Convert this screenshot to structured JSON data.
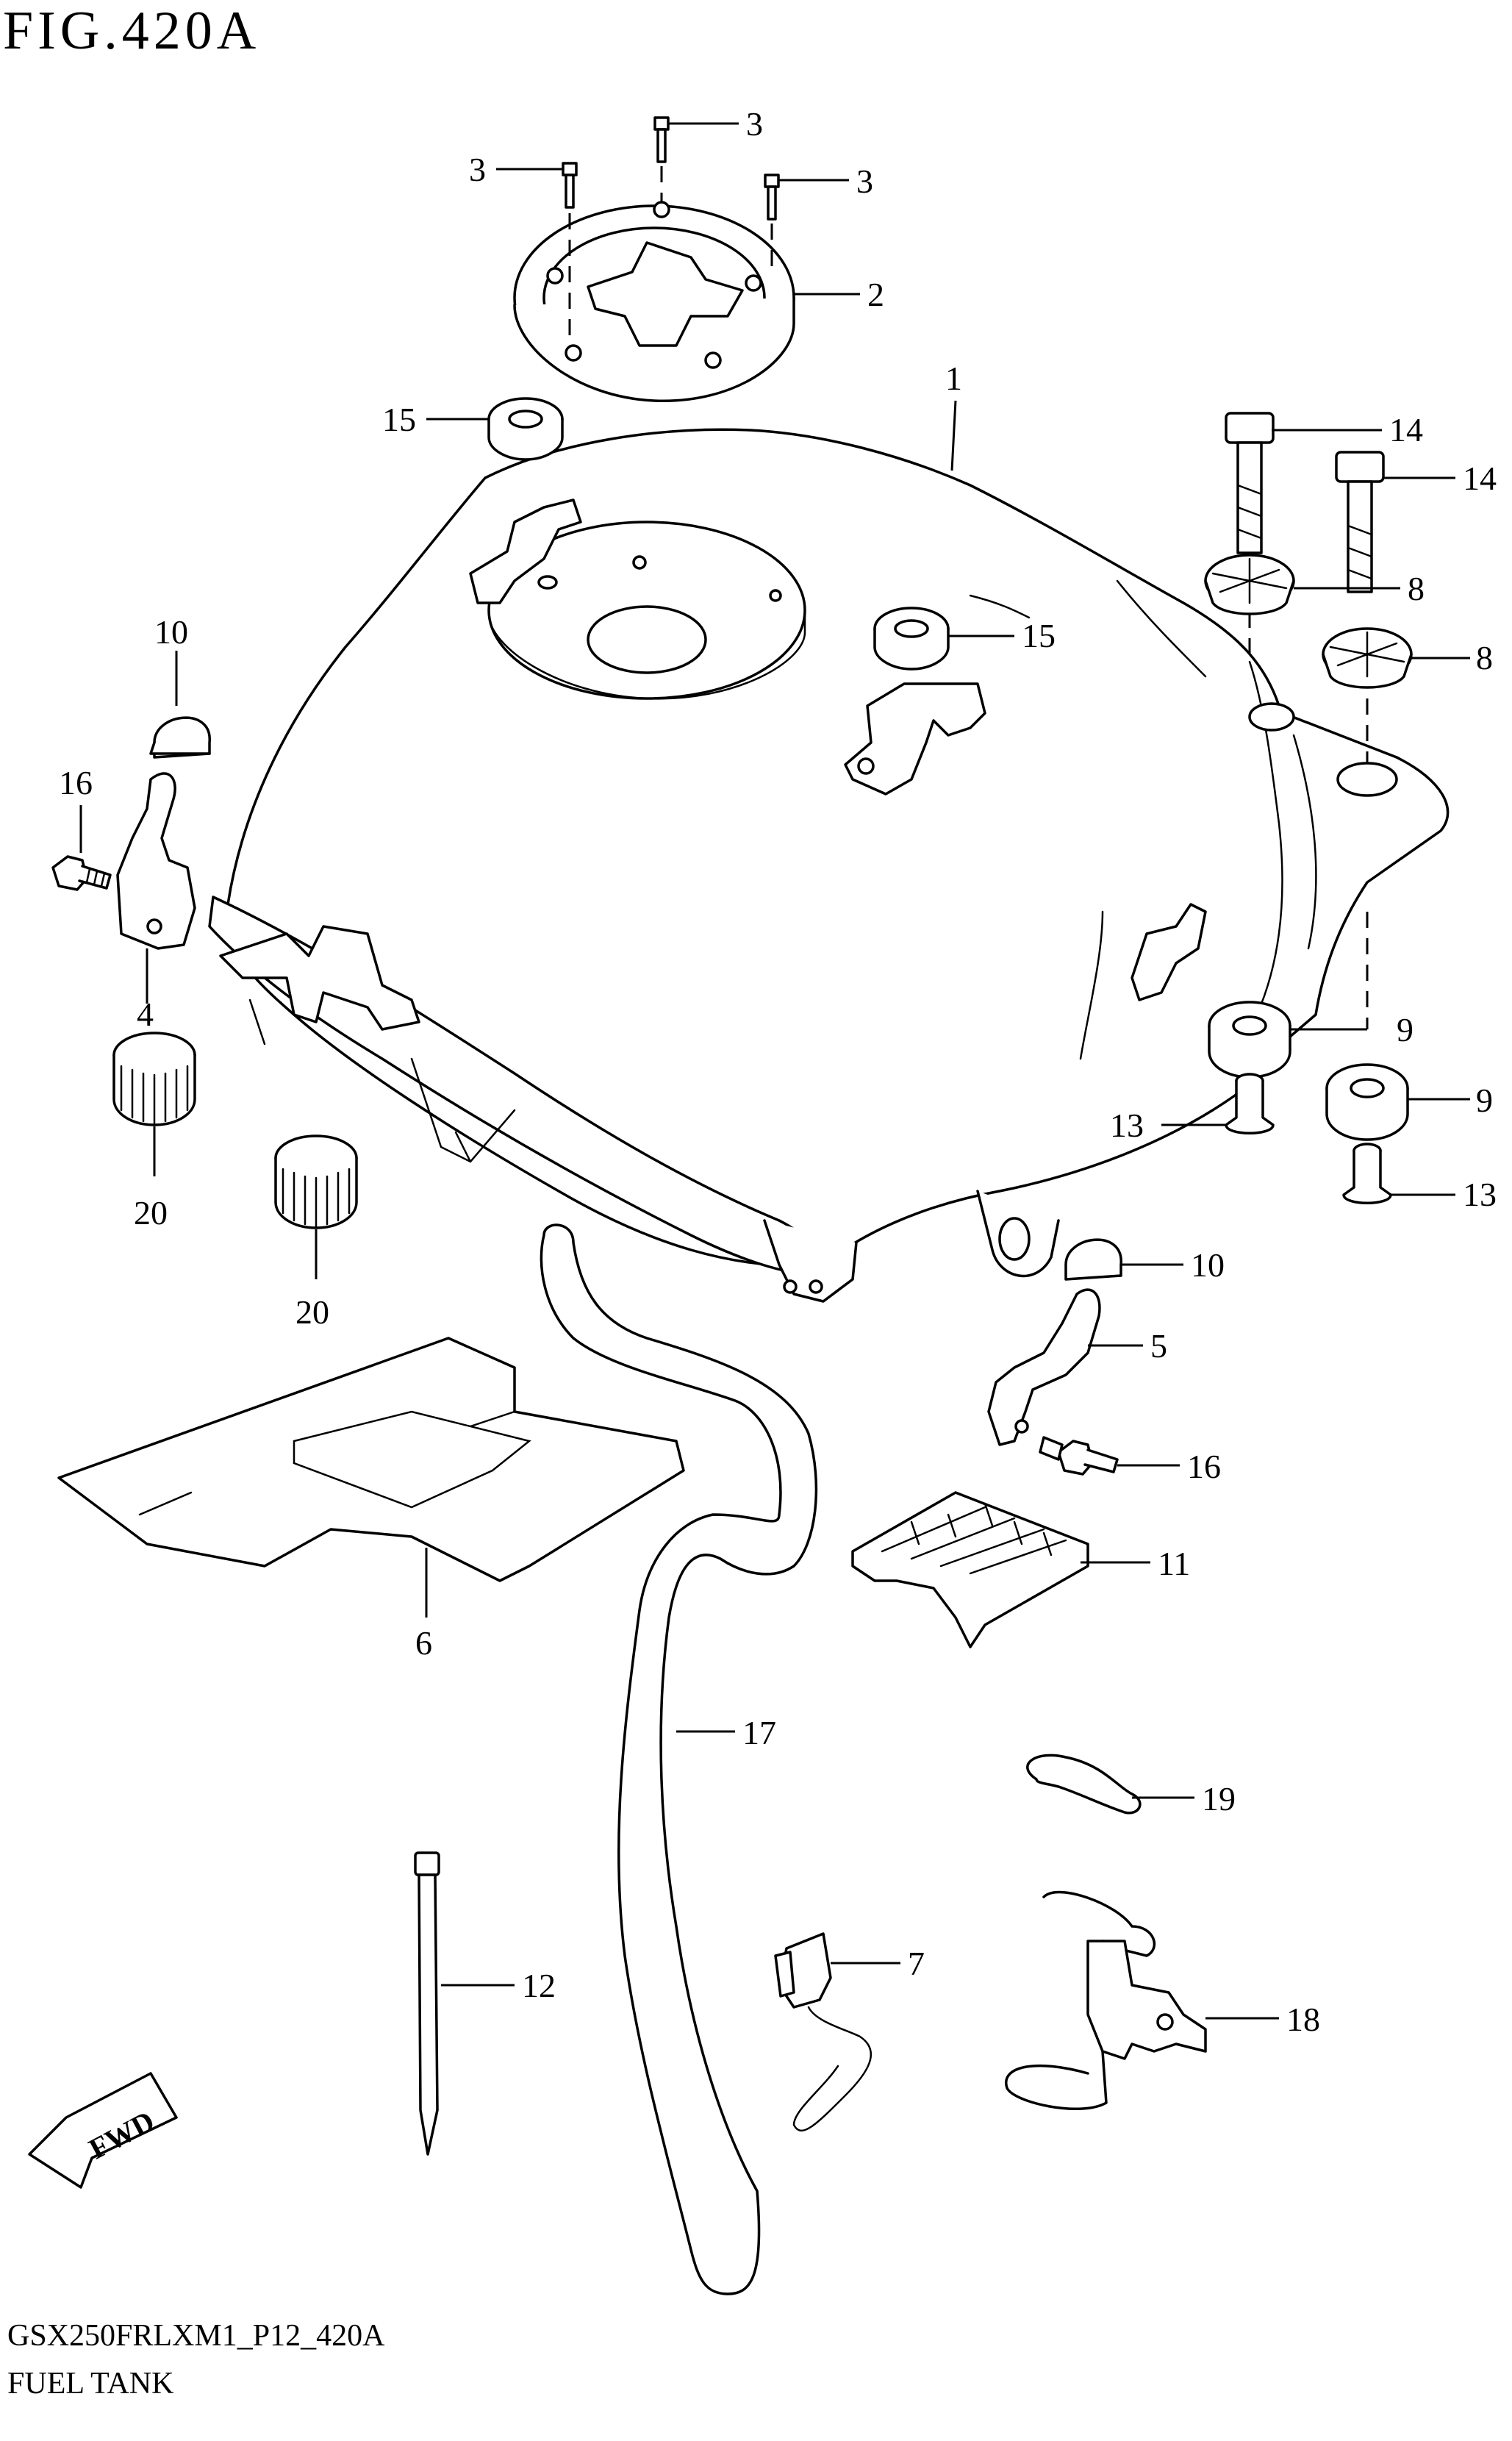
{
  "figure": {
    "title": "FIG.420A",
    "code": "GSX250FRLXM1_P12_420A",
    "name": "FUEL TANK"
  },
  "callouts": [
    {
      "id": "c3a",
      "text": "3"
    },
    {
      "id": "c3b",
      "text": "3"
    },
    {
      "id": "c3c",
      "text": "3"
    },
    {
      "id": "c2",
      "text": "2"
    },
    {
      "id": "c1",
      "text": "1"
    },
    {
      "id": "c15a",
      "text": "15"
    },
    {
      "id": "c15b",
      "text": "15"
    },
    {
      "id": "c14a",
      "text": "14"
    },
    {
      "id": "c14b",
      "text": "14"
    },
    {
      "id": "c8a",
      "text": "8"
    },
    {
      "id": "c8b",
      "text": "8"
    },
    {
      "id": "c10a",
      "text": "10"
    },
    {
      "id": "c16a",
      "text": "16"
    },
    {
      "id": "c4",
      "text": "4"
    },
    {
      "id": "c20a",
      "text": "20"
    },
    {
      "id": "c20b",
      "text": "20"
    },
    {
      "id": "c9a",
      "text": "9"
    },
    {
      "id": "c9b",
      "text": "9"
    },
    {
      "id": "c13a",
      "text": "13"
    },
    {
      "id": "c13b",
      "text": "13"
    },
    {
      "id": "c10b",
      "text": "10"
    },
    {
      "id": "c5",
      "text": "5"
    },
    {
      "id": "c16b",
      "text": "16"
    },
    {
      "id": "c11",
      "text": "11"
    },
    {
      "id": "c6",
      "text": "6"
    },
    {
      "id": "c17",
      "text": "17"
    },
    {
      "id": "c19",
      "text": "19"
    },
    {
      "id": "c7",
      "text": "7"
    },
    {
      "id": "c12",
      "text": "12"
    },
    {
      "id": "c18",
      "text": "18"
    }
  ],
  "fwd_arrow": {
    "text": "FWD"
  }
}
